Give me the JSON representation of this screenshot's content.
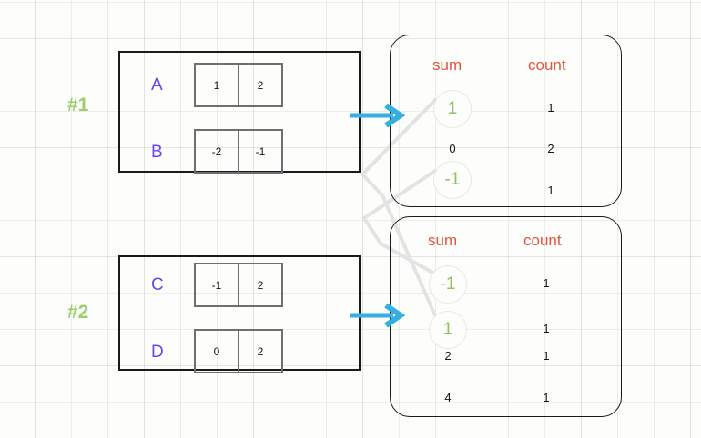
{
  "page": {
    "title": "Partial aggregation diagram",
    "background": "#fdfdfb",
    "grid_color": "#cdd4c8"
  },
  "colors": {
    "group_label": "#9ccd6f",
    "row_letter": "#6a46ec",
    "column_header": "#e2553c",
    "circled_value": "#8cc262",
    "arrow": "#35aee2",
    "connector": "#e2e2e2",
    "cell_border": "#6f6f6f",
    "box_border": "#1a1a1a"
  },
  "groups": [
    {
      "label": "#1",
      "rows": [
        {
          "letter": "A",
          "cells": [
            "1",
            "2"
          ]
        },
        {
          "letter": "B",
          "cells": [
            "-2",
            "-1"
          ]
        }
      ]
    },
    {
      "label": "#2",
      "rows": [
        {
          "letter": "C",
          "cells": [
            "-1",
            "2"
          ]
        },
        {
          "letter": "D",
          "cells": [
            "0",
            "2"
          ]
        }
      ]
    }
  ],
  "panels": [
    {
      "name": "panel-1",
      "headers": {
        "sum": "sum",
        "count": "count"
      },
      "rows": [
        {
          "sum": "1",
          "count": "1",
          "highlight": true
        },
        {
          "sum": "0",
          "count": "2",
          "highlight": false
        },
        {
          "sum": "-1",
          "count": "1",
          "highlight": true
        }
      ]
    },
    {
      "name": "panel-2",
      "headers": {
        "sum": "sum",
        "count": "count"
      },
      "rows": [
        {
          "sum": "-1",
          "count": "1",
          "highlight": true
        },
        {
          "sum": "1",
          "count": "1",
          "highlight": true
        },
        {
          "sum": "2",
          "count": "1",
          "highlight": false
        },
        {
          "sum": "4",
          "count": "1",
          "highlight": false
        }
      ]
    }
  ],
  "arrows": [
    {
      "name": "arrow-group-1-to-panel-1"
    },
    {
      "name": "arrow-group-2-to-panel-2"
    }
  ],
  "connectors": [
    {
      "name": "connector-panel1-one-to-panel2-one"
    },
    {
      "name": "connector-panel1-minusone-to-panel2-minusone"
    }
  ]
}
